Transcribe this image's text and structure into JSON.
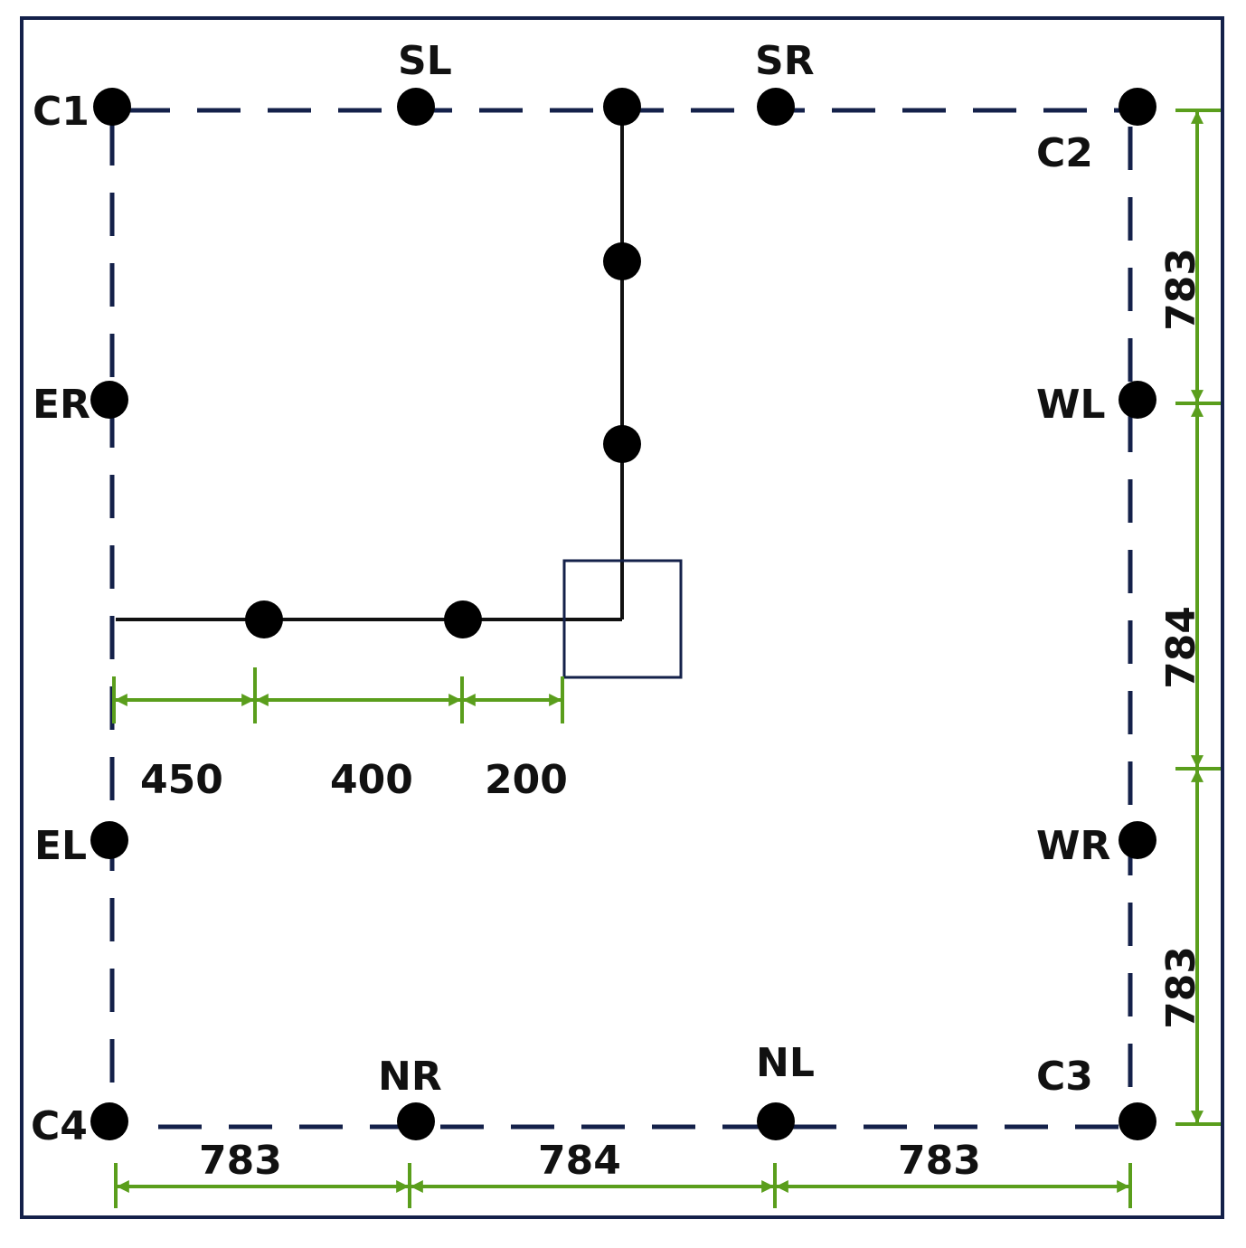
{
  "colors": {
    "frame": "#14214a",
    "dash": "#14214a",
    "bar": "#111111",
    "node": "#000000",
    "dimension": "#5a9e1c",
    "box": "#14214a"
  },
  "labels": {
    "c1": "C1",
    "c2": "C2",
    "c3": "C3",
    "c4": "C4",
    "sl": "SL",
    "sr": "SR",
    "er": "ER",
    "el": "EL",
    "wl": "WL",
    "wr": "WR",
    "nr": "NR",
    "nl": "NL"
  },
  "dimensions": {
    "bottom": [
      "783",
      "784",
      "783"
    ],
    "right": [
      "783",
      "784",
      "783"
    ],
    "inner": [
      "450",
      "400",
      "200"
    ]
  }
}
